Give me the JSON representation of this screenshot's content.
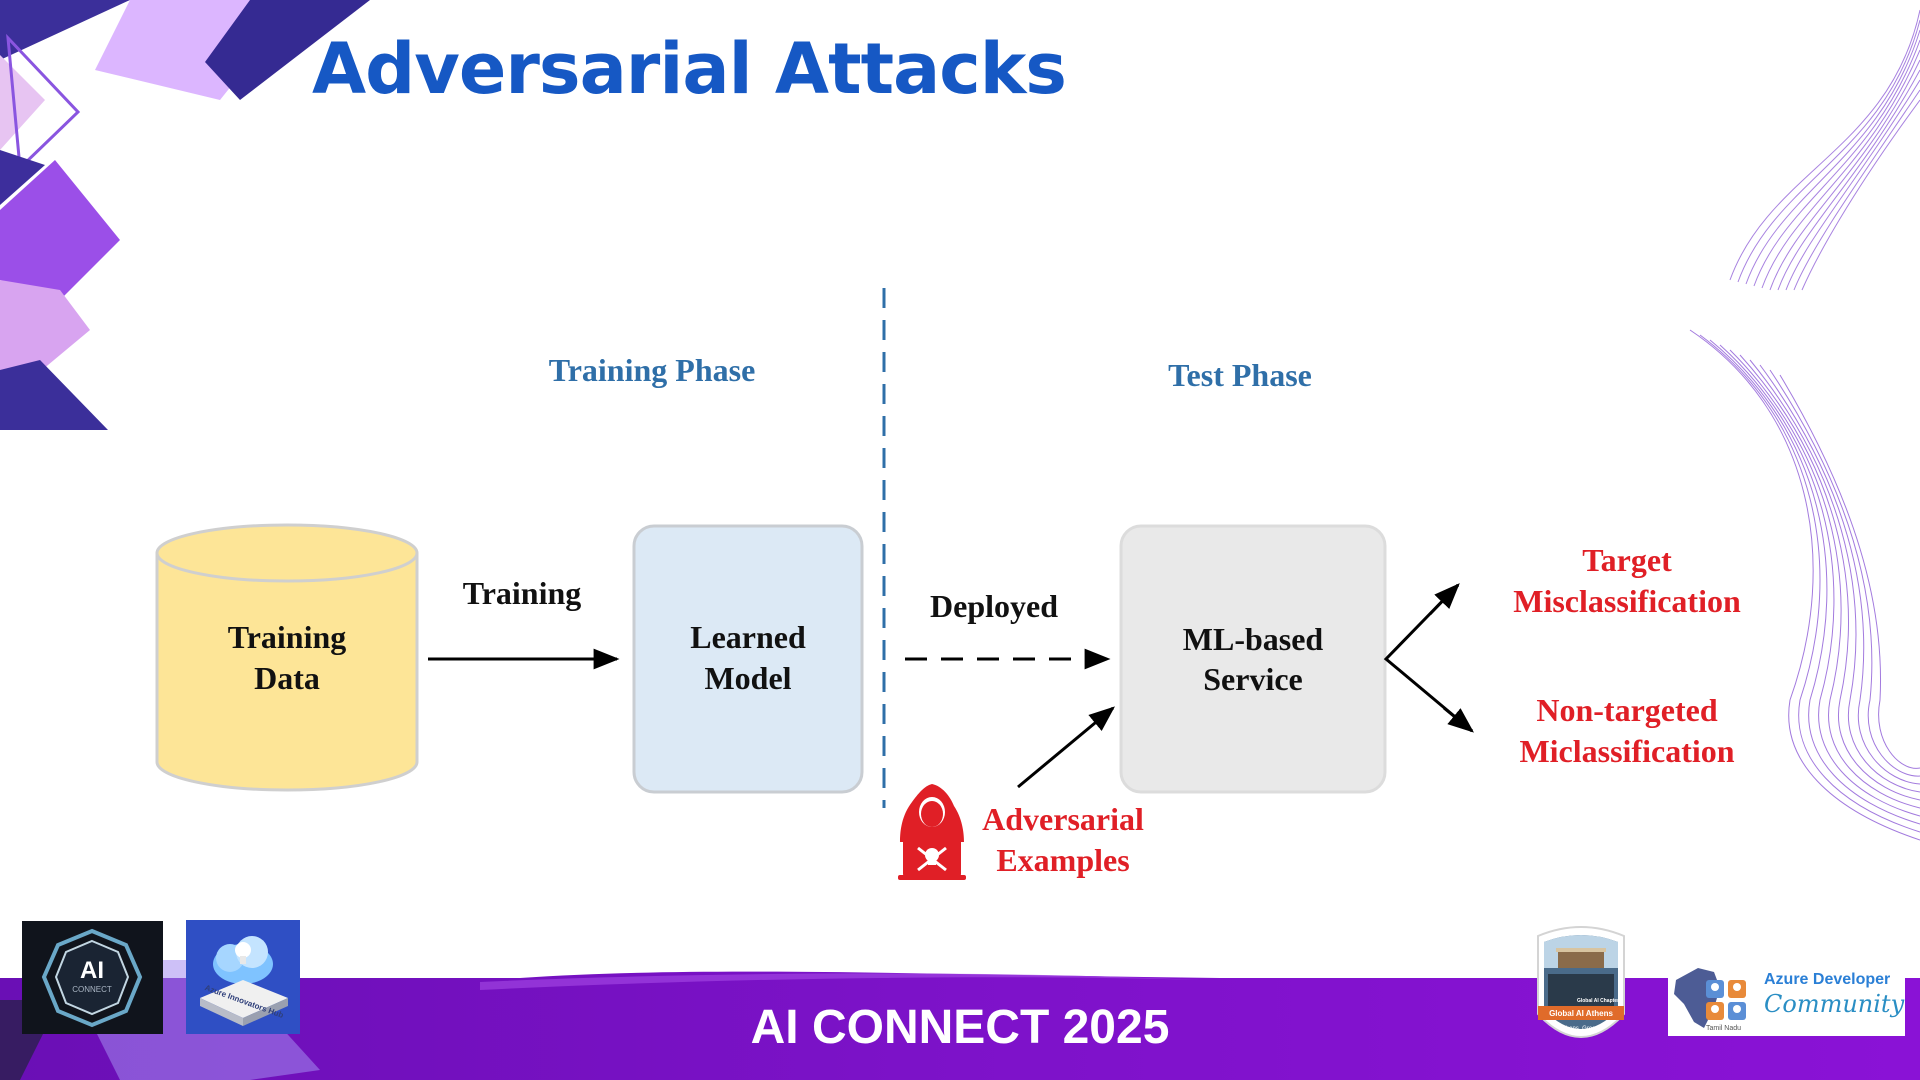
{
  "slide": {
    "title": "Adversarial Attacks"
  },
  "diagram": {
    "phases": {
      "training": "Training Phase",
      "test": "Test Phase"
    },
    "nodes": {
      "training_data": [
        "Training",
        "Data"
      ],
      "learned_model": [
        "Learned",
        "Model"
      ],
      "ml_service": [
        "ML-based",
        "Service"
      ]
    },
    "edges": {
      "training": "Training",
      "deployed": "Deployed"
    },
    "adversarial": [
      "Adversarial",
      "Examples"
    ],
    "outcomes": {
      "target": [
        "Target",
        "Misclassification"
      ],
      "nontargeted": [
        "Non-targeted",
        "Miclassification"
      ]
    }
  },
  "footer": {
    "title": "AI CONNECT 2025",
    "logos": {
      "ai_connect": {
        "main": "AI",
        "sub": "CONNECT"
      },
      "azure_hub": {
        "text": "Azure Innovators Hub"
      },
      "athens": {
        "banner": "Global AI Athens",
        "chapter": "Global AI Chapter",
        "location": "Athens, Greece"
      },
      "azure_dev": {
        "line1": "Azure Developer",
        "line2": "Community",
        "place": "Tamil Nadu"
      }
    }
  },
  "colors": {
    "title": "#1658c4",
    "phase": "#2f6fa8",
    "red": "#e01f26",
    "cylinder": "#fde597",
    "model_box": "#dce9f5",
    "service_box": "#e9e9e9",
    "footer": "#7a10c6"
  }
}
